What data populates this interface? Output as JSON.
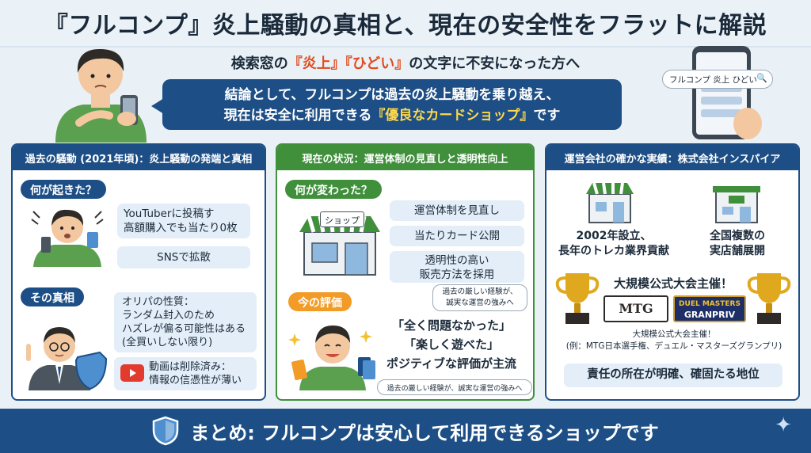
{
  "title": "『フルコンプ』炎上騒動の真相と、現在の安全性をフラットに解説",
  "subtitle": {
    "prefix": "検索窓の",
    "hl1": "『炎上』",
    "hl2": "『ひどい』",
    "suffix": "の文字に不安になった方へ"
  },
  "conclusion": {
    "line1": "結論として、フルコンプは過去の炎上騒動を乗り越え、",
    "line2_pre": "現在は安全に利用できる",
    "line2_hl": "『優良なカードショップ』",
    "line2_post": "です"
  },
  "search_box": {
    "text": "フルコンプ 炎上 ひどい"
  },
  "panel_past": {
    "header": "過去の騒動 (2021年頃)：炎上騒動の発端と真相",
    "tag_what": "何が起きた？",
    "bubble1_line1": "YouTuberに投稿す",
    "bubble1_line2": "高額購入でも当たり0枚",
    "bubble2": "SNSで拡散",
    "tag_truth": "その真相",
    "truth_line1": "オリパの性質：",
    "truth_line2": "ランダム封入のため",
    "truth_line3": "ハズレが偏る可能性はある",
    "truth_line4": "(全買いしない限り)",
    "video_line1": "動画は削除済み：",
    "video_line2": "情報の信憑性が薄い"
  },
  "panel_now": {
    "header": "現在の状況：運営体制の見直しと透明性向上",
    "tag_changed": "何が変わった？",
    "shop_sign": "ショップ",
    "change1": "運営体制を見直し",
    "change2": "当たりカード公開",
    "change3_line1": "透明性の高い",
    "change3_line2": "販売方法を採用",
    "tag_eval": "今の評価",
    "note_top_line1": "過去の厳しい経験が、",
    "note_top_line2": "誠実な運営の強みへ",
    "eval1": "「全く問題なかった」",
    "eval2": "「楽しく遊べた」",
    "eval3": "ポジティブな評価が主流",
    "note_bottom": "過去の厳しい経験が、誠実な運営の強みへ"
  },
  "panel_company": {
    "header": "運営会社の確かな実績：株式会社インスパイア",
    "fact1_line1": "2002年設立、",
    "fact1_line2": "長年のトレカ業界貢献",
    "fact2_line1": "全国複数の",
    "fact2_line2": "実店舗展開",
    "tournament_title": "大規模公式大会主催！",
    "logo_mtg": "MTG",
    "logo_dm_line1": "DUEL MASTERS",
    "logo_dm_line2": "GRANPRIV",
    "tournament_line1": "大規模公式大会主催！",
    "tournament_line2": "(例：MTG日本選手権、デュエル・マスターズグランプリ)",
    "responsibility": "責任の所在が明確、確固たる地位"
  },
  "footer": {
    "text": "まとめ: フルコンプは安心して利用できるショップです"
  },
  "colors": {
    "navy": "#1d4f86",
    "green": "#3f8f3b",
    "orange": "#f29b26",
    "highlight_red": "#e24b1f",
    "highlight_yellow": "#ffd84a"
  }
}
